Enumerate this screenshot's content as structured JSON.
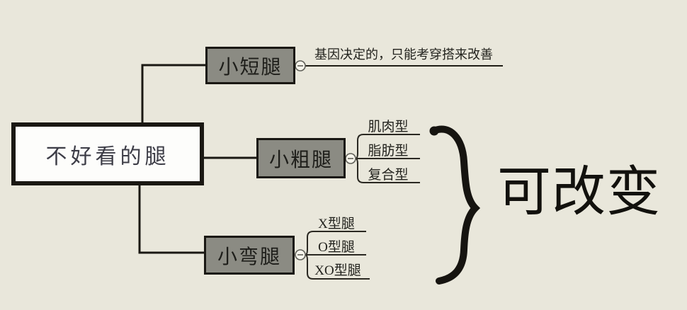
{
  "root": {
    "label": "不好看的腿"
  },
  "branches": [
    {
      "label": "小短腿",
      "note": "基因决定的，只能考穿搭来改善"
    },
    {
      "label": "小粗腿",
      "children": [
        "肌肉型",
        "脂肪型",
        "复合型"
      ]
    },
    {
      "label": "小弯腿",
      "children": [
        "X型腿",
        "O型腿",
        "XO型腿"
      ]
    }
  ],
  "annotation": {
    "brace_label": "可改变"
  },
  "icons": {
    "collapse": "minus-circle"
  },
  "colors": {
    "background": "#e9e7db",
    "node-fill": "#8b8b83",
    "root-fill": "#fdfdfb",
    "line": "#1a1813",
    "root-text": "#3c3c46",
    "node-text": "#1e1e1a",
    "sub-text": "#23231e",
    "brace-text": "#12110d"
  }
}
